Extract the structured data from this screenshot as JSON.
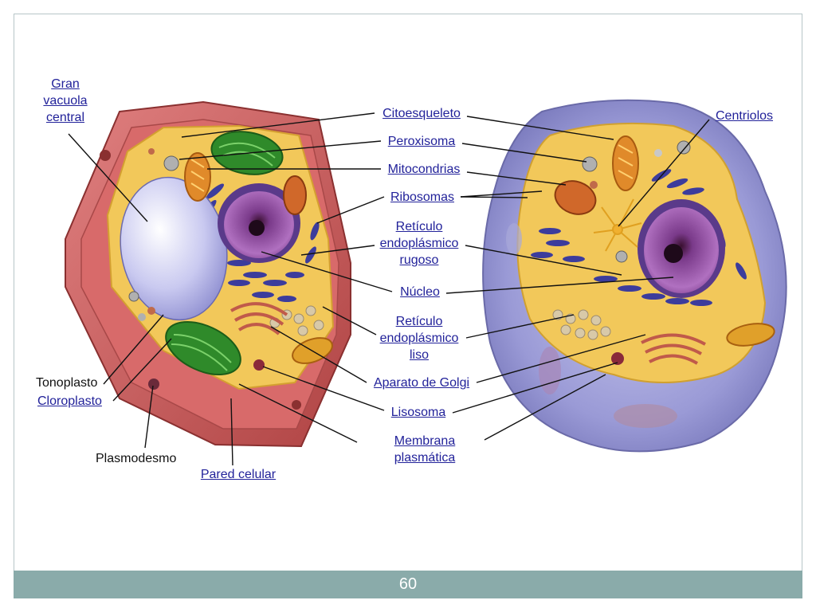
{
  "slide": {
    "page_number": "60"
  },
  "labels": {
    "gran_vacuola": [
      "Gran",
      "vacuola",
      "central"
    ],
    "citoesqueleto": "Citoesqueleto",
    "peroxisoma": "Peroxisoma",
    "mitocondrias": "Mitocondrias",
    "ribosomas": "Ribosomas",
    "reticulo_rugoso": [
      "Retículo",
      "endoplásmico",
      "rugoso"
    ],
    "nucleo": "Núcleo",
    "reticulo_liso": [
      "Retículo",
      "endoplásmico",
      "liso"
    ],
    "aparato_golgi": "Aparato de Golgi",
    "lisosoma": "Lisosoma",
    "membrana": [
      "Membrana",
      "plasmática"
    ],
    "centriolos": "Centriolos",
    "tonoplasto": "Tonoplasto",
    "cloroplasto": "Cloroplasto",
    "plasmodesmo": "Plasmodesmo",
    "pared_celular": "Pared celular"
  },
  "colors": {
    "link_text": "#22229a",
    "cell_wall": "#c85a5a",
    "cytoplasm": "#f2c85a",
    "vacuole": "#dcdcf5",
    "chloroplast": "#2f8a2a",
    "nucleus": "#9a4fa8",
    "animal_membrane": "#8f8fcc",
    "footer_bar": "#8aabaa"
  }
}
